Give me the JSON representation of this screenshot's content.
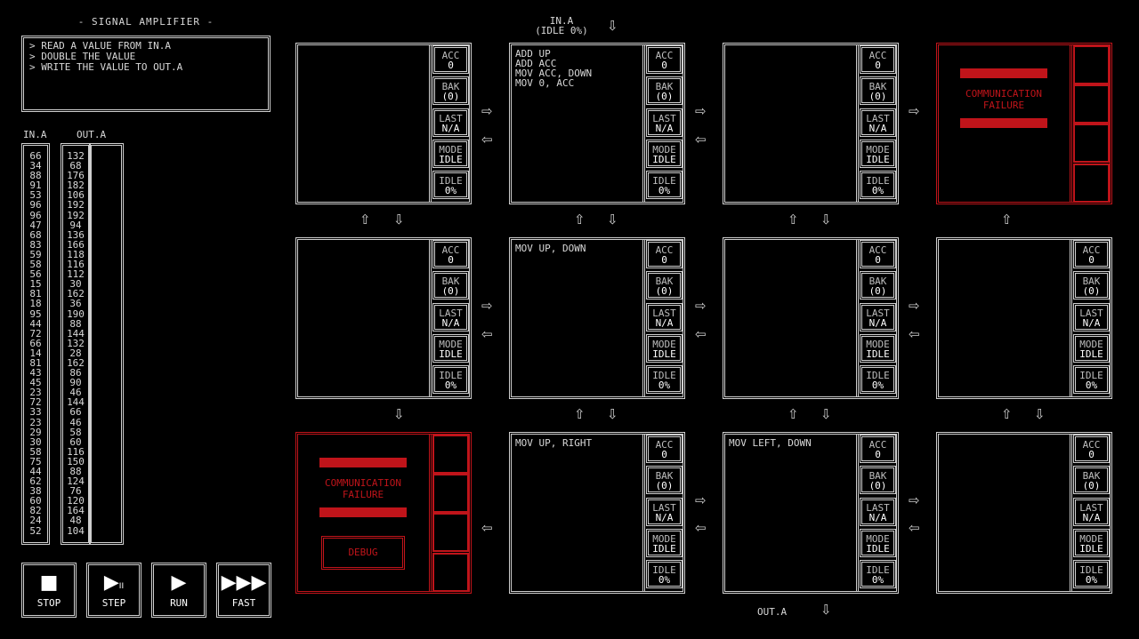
{
  "title": "- SIGNAL AMPLIFIER -",
  "objectives": [
    "> READ A VALUE FROM IN.A",
    "> DOUBLE THE VALUE",
    "> WRITE THE VALUE TO OUT.A"
  ],
  "in_label": "IN.A",
  "out_label": "OUT.A",
  "in_values": [
    "66",
    "34",
    "88",
    "91",
    "53",
    "96",
    "96",
    "47",
    "68",
    "83",
    "59",
    "58",
    "56",
    "15",
    "81",
    "18",
    "95",
    "44",
    "72",
    "66",
    "14",
    "81",
    "43",
    "45",
    "23",
    "72",
    "33",
    "23",
    "29",
    "30",
    "58",
    "75",
    "44",
    "62",
    "38",
    "60",
    "82",
    "24",
    "52"
  ],
  "out_values": [
    "132",
    "68",
    "176",
    "182",
    "106",
    "192",
    "192",
    "94",
    "136",
    "166",
    "118",
    "116",
    "112",
    "30",
    "162",
    "36",
    "190",
    "88",
    "144",
    "132",
    "28",
    "162",
    "86",
    "90",
    "46",
    "144",
    "66",
    "46",
    "58",
    "60",
    "116",
    "150",
    "88",
    "124",
    "76",
    "120",
    "164",
    "48",
    "104"
  ],
  "top_input": {
    "label": "IN.A",
    "status": "(IDLE 0%)"
  },
  "bottom_output": {
    "label": "OUT.A"
  },
  "reg_labels": {
    "acc": "ACC",
    "bak": "BAK",
    "last": "LAST",
    "mode": "MODE",
    "idle": "IDLE"
  },
  "nodes": [
    {
      "code": "",
      "acc": "0",
      "bak": "(0)",
      "last": "N/A",
      "mode": "IDLE",
      "idle": "0%"
    },
    {
      "code": "ADD UP\nADD ACC\nMOV ACC, DOWN\nMOV 0, ACC",
      "acc": "0",
      "bak": "(0)",
      "last": "N/A",
      "mode": "IDLE",
      "idle": "0%"
    },
    {
      "code": "",
      "acc": "0",
      "bak": "(0)",
      "last": "N/A",
      "mode": "IDLE",
      "idle": "0%"
    },
    {
      "code": "",
      "acc": "0",
      "bak": "(0)",
      "last": "N/A",
      "mode": "IDLE",
      "idle": "0%"
    },
    {
      "code": "MOV UP, DOWN",
      "acc": "0",
      "bak": "(0)",
      "last": "N/A",
      "mode": "IDLE",
      "idle": "0%"
    },
    {
      "code": "",
      "acc": "0",
      "bak": "(0)",
      "last": "N/A",
      "mode": "IDLE",
      "idle": "0%"
    },
    {
      "code": "",
      "acc": "0",
      "bak": "(0)",
      "last": "N/A",
      "mode": "IDLE",
      "idle": "0%"
    },
    {
      "code": "MOV UP, RIGHT",
      "acc": "0",
      "bak": "(0)",
      "last": "N/A",
      "mode": "IDLE",
      "idle": "0%"
    },
    {
      "code": "MOV LEFT, DOWN",
      "acc": "0",
      "bak": "(0)",
      "last": "N/A",
      "mode": "IDLE",
      "idle": "0%"
    },
    {
      "code": "",
      "acc": "0",
      "bak": "(0)",
      "last": "N/A",
      "mode": "IDLE",
      "idle": "0%"
    }
  ],
  "failure_text": "COMMUNICATION\nFAILURE",
  "debug_label": "DEBUG",
  "buttons": {
    "stop": "STOP",
    "step": "STEP",
    "run": "RUN",
    "fast": "FAST"
  },
  "icons": {
    "stop": "stop-icon",
    "step": "step-icon",
    "run": "play-icon",
    "fast": "fast-forward-icon"
  },
  "colors": {
    "failure_red": "#c0141a",
    "border": "#cfcfcf",
    "background": "#000000"
  }
}
